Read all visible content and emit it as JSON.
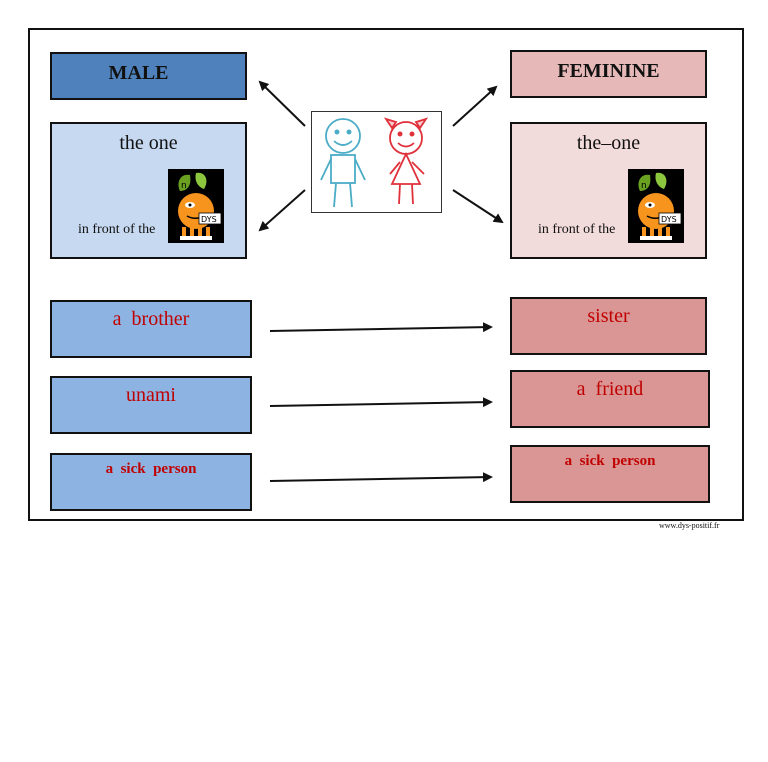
{
  "male": {
    "header": "MALE",
    "card_title": "the one",
    "card_sub": "in front of the"
  },
  "feminine": {
    "header": "FEMININE",
    "card_title": "the–one",
    "card_sub": "in front of the"
  },
  "mascot": {
    "badge_letter": "n",
    "badge_text": "DYS"
  },
  "pairs": [
    {
      "male": "a  brother",
      "female": "sister"
    },
    {
      "male": "unami",
      "female": "a  friend"
    },
    {
      "male": "a  sick  person",
      "female": "a  sick  person"
    }
  ],
  "footer": "www.dys-positif.fr",
  "colors": {
    "male_header": "#4f81bd",
    "male_card": "#c6d9f1",
    "male_row": "#8db3e2",
    "female_header": "#e6b9b8",
    "female_card": "#f2dcdb",
    "female_row": "#d99694",
    "row_text": "#c00000",
    "boy_figure": "#4bacc6",
    "girl_figure": "#e0303a"
  }
}
